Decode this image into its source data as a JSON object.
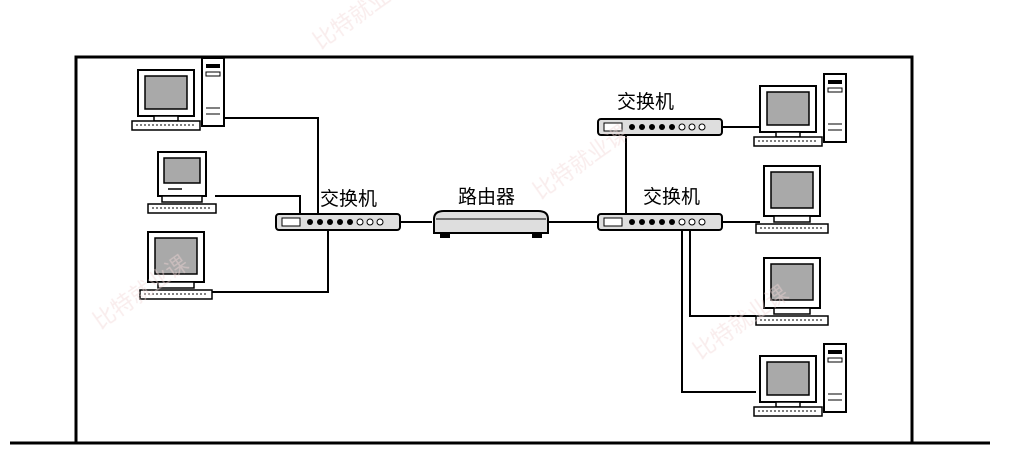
{
  "labels": {
    "switch_left": "交换机",
    "router": "路由器",
    "switch_top_right": "交换机",
    "switch_right": "交换机"
  },
  "watermark": {
    "text": "比特就业课"
  },
  "colors": {
    "line": "#000000",
    "screen": "#a9a9a9",
    "device": "#dedede",
    "background": "#ffffff"
  },
  "icons": [
    "pc-tower-icon",
    "mac-icon",
    "pc-icon",
    "switch-icon",
    "router-icon"
  ]
}
